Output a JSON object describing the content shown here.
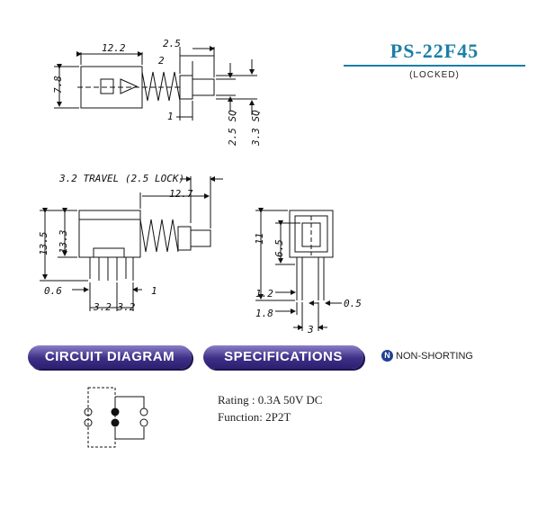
{
  "title": "PS-22F45",
  "subtitle": "(LOCKED)",
  "sections": {
    "circuit_label": "CIRCUIT DIAGRAM",
    "specs_label": "SPECIFICATIONS",
    "non_shorting_icon": "N",
    "non_shorting_label": "NON-SHORTING"
  },
  "specs": {
    "rating": "Rating : 0.3A 50V DC",
    "function": "Function: 2P2T"
  },
  "dimensions": {
    "top_width": "12.2",
    "top_plunger": "2.5",
    "top_two": "2",
    "top_height": "7.8",
    "top_one": "1",
    "top_sq1": "2.5 SQ",
    "top_sq2": "3.3 SQ",
    "travel": "3.2 TRAVEL (2.5 LOCK)",
    "side_length": "12.7",
    "side_h1": "13.5",
    "side_h2": "13.3",
    "side_pin_w": "0.6",
    "side_one": "1",
    "side_pitch": "3.2 3.2",
    "end_h1": "11",
    "end_h2": "6.5",
    "end_12": "1.2",
    "end_05": "0.5",
    "end_18": "1.8",
    "end_3": "3"
  }
}
